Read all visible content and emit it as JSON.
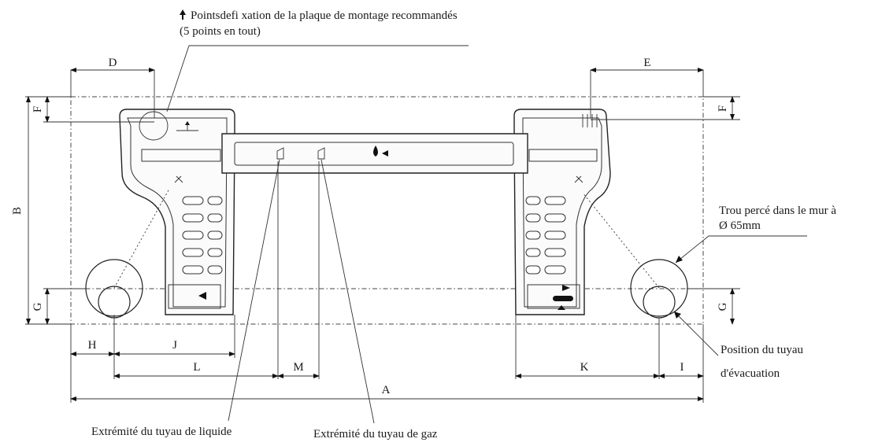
{
  "labels": {
    "mounting_points_line1": "Pointsdefi xation de la plaque de montage recommandés",
    "mounting_points_line2": "(5 points en tout)",
    "wall_hole_line1": "Trou percé dans le mur à",
    "wall_hole_line2": "Ø 65mm",
    "drain_line1": "Position du tuyau",
    "drain_line2": "d'évacuation",
    "liquid_pipe": "Extrémité du tuyau de liquide",
    "gas_pipe": "Extrémité du tuyau de gaz"
  },
  "dimensions": {
    "A": "A",
    "B": "B",
    "D": "D",
    "E": "E",
    "F_left": "F",
    "F_right": "F",
    "G_left": "G",
    "G_right": "G",
    "H": "H",
    "I": "I",
    "J": "J",
    "K": "K",
    "L": "L",
    "M": "M"
  },
  "icons": {
    "mounting_point_marker": "arrow-up-icon",
    "drop": "water-drop-icon"
  }
}
